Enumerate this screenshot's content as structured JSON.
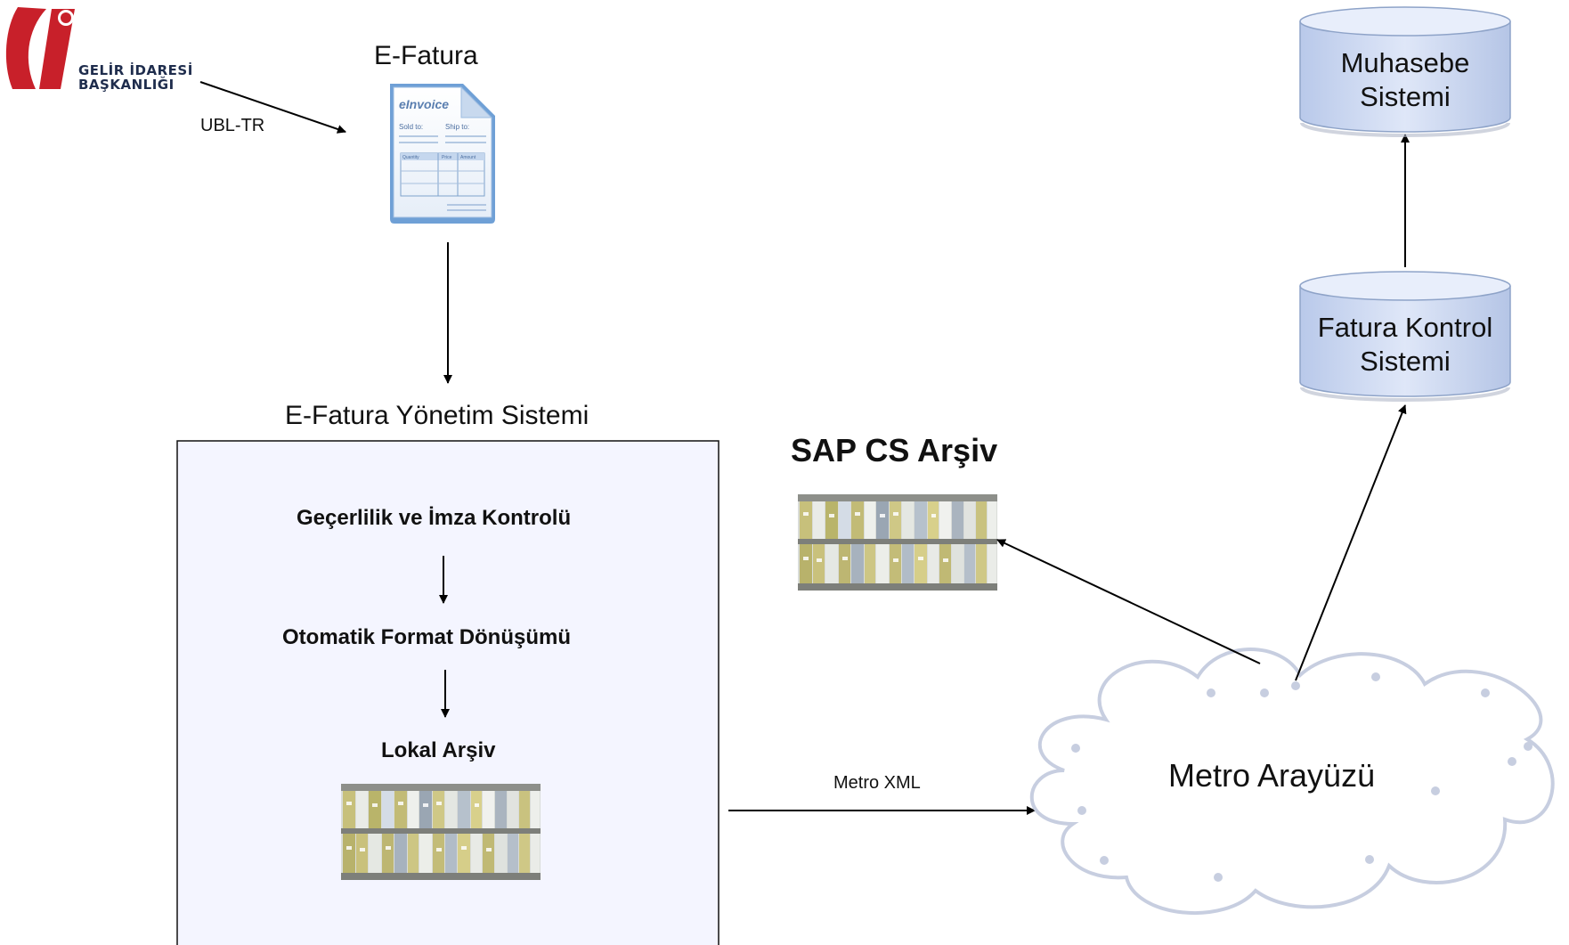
{
  "logo": {
    "line1": "GELİR İDARESİ",
    "line2": "BAŞKANLIĞI"
  },
  "arrows": {
    "ubl_label": "UBL-TR",
    "metro_label": "Metro XML"
  },
  "efatura": {
    "title": "E-Fatura",
    "doc": {
      "header": "eInvoice",
      "sold_to": "Sold to:",
      "ship_to": "Ship to:",
      "col1": "Quantity",
      "col2": "Price",
      "col3": "Amount"
    }
  },
  "system": {
    "title": "E-Fatura Yönetim Sistemi",
    "step1": "Geçerlilik ve İmza Kontrolü",
    "step2": "Otomatik Format Dönüşümü",
    "step3": "Lokal Arşiv"
  },
  "sap": {
    "title": "SAP CS Arşiv"
  },
  "cloud": {
    "label": "Metro Arayüzü"
  },
  "db_fatura": {
    "line1": "Fatura Kontrol",
    "line2": "Sistemi"
  },
  "db_muhasebe": {
    "line1": "Muhasebe",
    "line2": "Sistemi"
  },
  "colors": {
    "logo_red": "#c8202a",
    "db_fill": "#c9d6f0",
    "box_fill": "#f4f5ff",
    "cloud_stroke": "#c7cee0"
  }
}
